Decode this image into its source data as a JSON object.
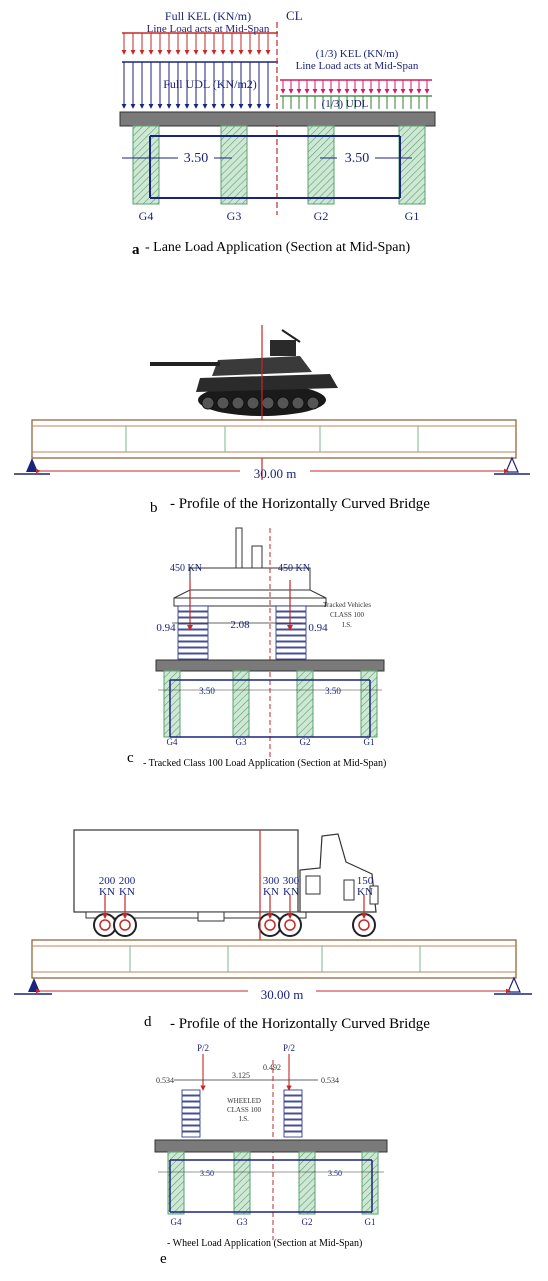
{
  "panel_a": {
    "kel_full": "Full KEL (KN/m)",
    "kel_full_note": "Line Load acts at Mid-Span",
    "cl": "CL",
    "udl_full": "Full UDL (KN/m2)",
    "kel_third": "(1/3) KEL (KN/m)",
    "kel_third_note": "Line Load acts at Mid-Span",
    "udl_third": "(1/3) UDL",
    "spacing_left": "3.50",
    "spacing_right": "3.50",
    "girders": [
      "G4",
      "G3",
      "G2",
      "G1"
    ],
    "letter": "a",
    "caption": "- Lane Load Application (Section at Mid-Span)"
  },
  "panel_b": {
    "span": "30.00 m",
    "letter": "b",
    "caption": "- Profile of the Horizontally Curved Bridge"
  },
  "panel_c": {
    "load_left": "450 KN",
    "load_right": "450 KN",
    "dim_left": "0.94",
    "dim_mid": "2.08",
    "dim_right": "0.94",
    "vehicle_label": [
      "Tracked Vehicles",
      "CLASS 100",
      "I.S."
    ],
    "spacing_left": "3.50",
    "spacing_right": "3.50",
    "girders": [
      "G4",
      "G3",
      "G2",
      "G1"
    ],
    "letter": "c",
    "caption": "- Tracked Class 100 Load Application (Section at Mid-Span)"
  },
  "panel_d": {
    "axle_loads": [
      "200 KN",
      "200 KN",
      "300 KN",
      "300 KN",
      "150 KN"
    ],
    "span": "30.00 m",
    "letter": "d",
    "caption": "- Profile of the Horizontally Curved Bridge"
  },
  "panel_e": {
    "load_left": "P/2",
    "load_right": "P/2",
    "dim_left": "0.534",
    "dim_mid": "3.125",
    "dim_top": "0.492",
    "dim_right": "0.534",
    "vehicle_label": [
      "WHEELED",
      "CLASS 100",
      "I.S."
    ],
    "spacing_left": "3.50",
    "spacing_right": "3.50",
    "girders": [
      "G4",
      "G3",
      "G2",
      "G1"
    ],
    "letter": "e",
    "caption": "- Wheel Load Application (Section at Mid-Span)"
  },
  "colors": {
    "navy": "#1a237e",
    "red": "#c62828",
    "magenta": "#d81b60",
    "green": "#7ab98a",
    "deck": "#7a7a7a"
  }
}
